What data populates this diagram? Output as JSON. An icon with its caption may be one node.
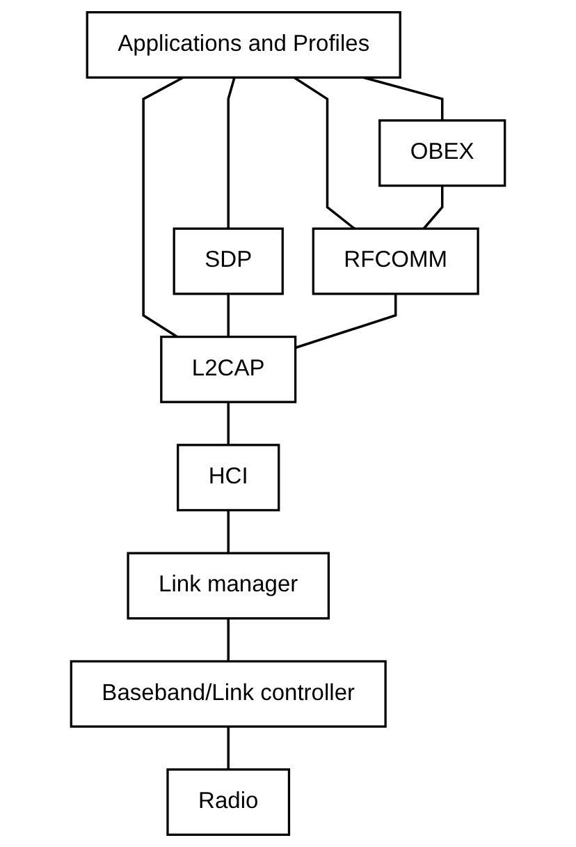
{
  "diagram": {
    "nodes": [
      {
        "text": [
          "Applications and Profiles"
        ]
      },
      {
        "text": [
          "OBEX"
        ]
      },
      {
        "text": [
          "SDP"
        ]
      },
      {
        "text": [
          "RFCOMM"
        ]
      },
      {
        "text": [
          "L2CAP"
        ]
      },
      {
        "text": [
          "HCI"
        ]
      },
      {
        "text": [
          "Link manager"
        ]
      },
      {
        "text": [
          "Baseband/Link controller"
        ]
      },
      {
        "text": [
          "Radio"
        ]
      }
    ],
    "edges": [
      {
        "from": 0,
        "to": 2,
        "arrow": "none"
      },
      {
        "from": 0,
        "to": 4,
        "arrow": "none"
      },
      {
        "from": 0,
        "to": 3,
        "arrow": "none"
      },
      {
        "from": 0,
        "to": 1,
        "arrow": "none"
      },
      {
        "from": 1,
        "to": 3,
        "arrow": "none"
      },
      {
        "from": 2,
        "to": 4,
        "arrow": "none"
      },
      {
        "from": 3,
        "to": 4,
        "arrow": "none"
      },
      {
        "from": 4,
        "to": 5,
        "arrow": "none"
      },
      {
        "from": 5,
        "to": 6,
        "arrow": "none"
      },
      {
        "from": 6,
        "to": 7,
        "arrow": "none"
      },
      {
        "from": 7,
        "to": 8,
        "arrow": "none"
      }
    ]
  }
}
